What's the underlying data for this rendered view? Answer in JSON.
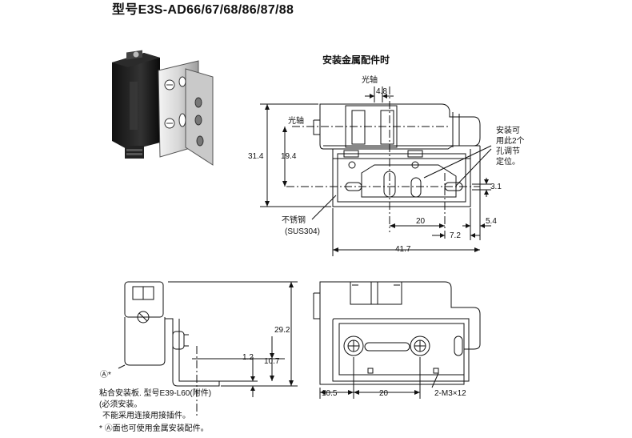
{
  "title": "型号E3S-AD66/67/68/86/87/88",
  "bracket_heading": "安装金属配件时",
  "labels": {
    "optical_axis_top": "光轴",
    "optical_axis_left": "光轴",
    "mount_note": [
      "安装可",
      "用此2个",
      "孔调节",
      "定位。"
    ],
    "material": "不锈钢",
    "material_code": "(SUS304)",
    "marker_a": "Ⓐ*",
    "bottom_dim_3": "2-M3×12"
  },
  "dimensions": {
    "d_4_8": "4.8",
    "d_31_4": "31.4",
    "d_19_4": "19.4",
    "d_3_1": "3.1",
    "d_20_top": "20",
    "d_5_4": "5.4",
    "d_7_2": "7.2",
    "d_41_7": "41.7",
    "d_29_2": "29.2",
    "d_1_2": "1.2",
    "d_10_7": "10.7",
    "d_10_5": "10.5",
    "d_20_bottom": "20"
  },
  "footnotes": {
    "line1": "粘合安装板. 型号E39-L60(附件)",
    "line2": "(必须安装。",
    "line3": "不能采用连接用接插件。",
    "line4": "* Ⓐ面也可使用金属安装配件。"
  },
  "icons": {
    "sensor_photo": "sensor-with-bracket-photo"
  }
}
